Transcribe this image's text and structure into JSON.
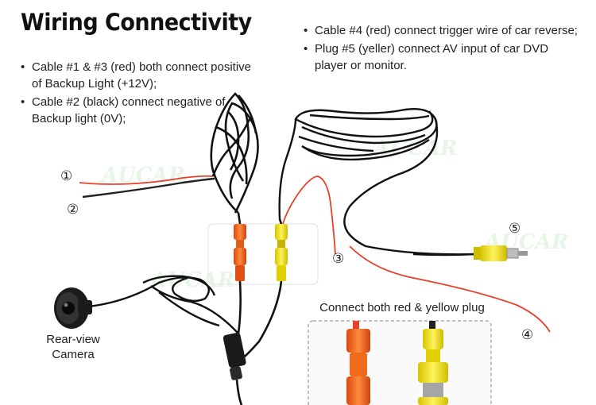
{
  "title": "Wiring Connectivity",
  "left_notes": [
    "Cable #1 & #3 (red) both connect positive of Backup Light (+12V);",
    "Cable #2 (black) connect negative of Backup light (0V);"
  ],
  "right_notes": [
    "Cable #4 (red) connect trigger wire of car reverse;",
    "Plug #5 (yeller) connect AV input of car DVD player or monitor."
  ],
  "markers": [
    "①",
    "②",
    "③",
    "④",
    "⑤"
  ],
  "camera_label": "Rear-view\nCamera",
  "inset_caption": "Connect both red & yellow plug",
  "watermark": "AUCAR",
  "colors": {
    "red_wire": "#e8402a",
    "black_wire": "#111111",
    "yellow_plug": "#f2e200",
    "orange_plug": "#f06a1c"
  }
}
